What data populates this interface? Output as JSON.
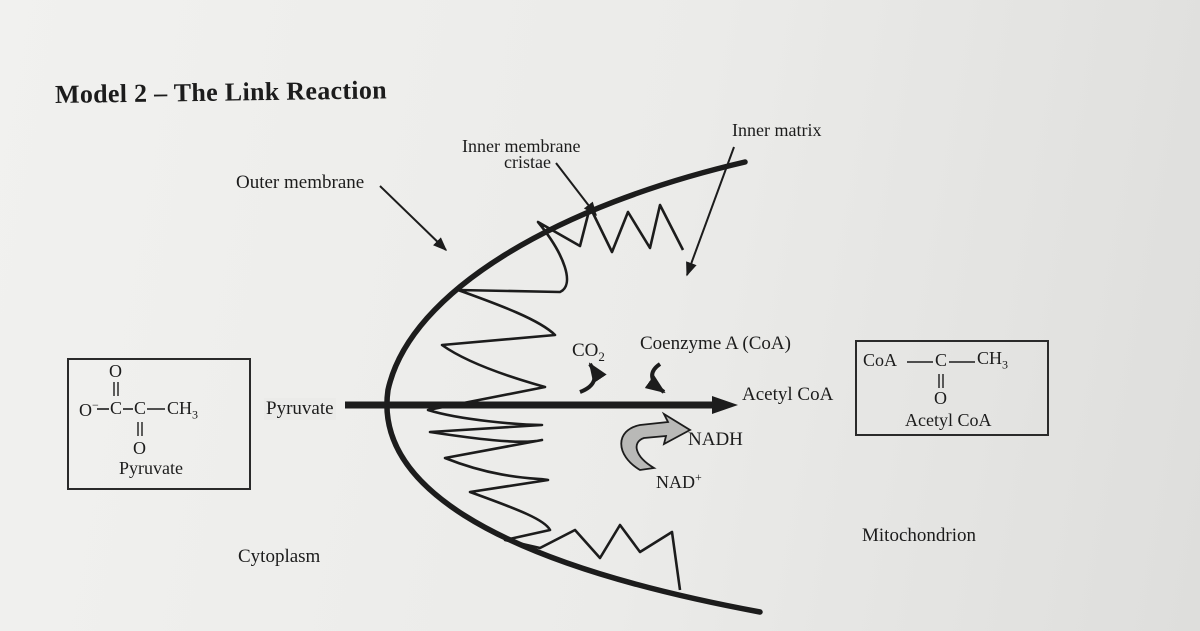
{
  "title": "Model 2 – The Link Reaction",
  "labels": {
    "outer_membrane": "Outer membrane",
    "inner_membrane": "Inner membrane",
    "cristae": "cristae",
    "inner_matrix": "Inner matrix",
    "cytoplasm": "Cytoplasm",
    "mitochondrion": "Mitochondrion"
  },
  "reaction": {
    "pyruvate_label": "Pyruvate",
    "co2": "CO",
    "co2_sub": "2",
    "coenzyme_a": "Coenzyme A (CoA)",
    "acetyl_coa": "Acetyl CoA",
    "nadh": "NADH",
    "nad": "NAD",
    "nad_sup": "+"
  },
  "pyruvate_box": {
    "formula_o_minus": "O",
    "formula_minus": "−",
    "formula_c": "C",
    "formula_ch3": "CH",
    "formula_sub3": "3",
    "formula_o": "O",
    "caption": "Pyruvate"
  },
  "acetyl_box": {
    "formula_coa": "CoA",
    "formula_c": "C",
    "formula_ch3": "CH",
    "formula_sub3": "3",
    "formula_o": "O",
    "caption": "Acetyl CoA"
  },
  "colors": {
    "ink": "#1c1c1c",
    "paper": "#ebebe9"
  }
}
